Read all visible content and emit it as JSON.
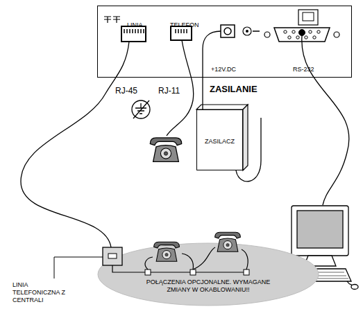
{
  "diagram": {
    "nodes": [
      {
        "text": [
          "LINIA",
          "TELEFON",
          "+12V.DC",
          "RS-232"
        ]
      },
      {
        "text": [
          "ZASILACZ"
        ]
      },
      {
        "text": [
          "POŁĄCZENIA OPCJONALNE. WYMAGANE ZMIANY W OKABLOWANIU!!"
        ]
      }
    ],
    "edges": [
      {
        "from": 0,
        "to": 1,
        "arrow": "none"
      }
    ],
    "labels": [
      "RJ-45",
      "RJ-11",
      "ZASILANIE",
      "LINIA TELEFONICZNA Z CENTRALI"
    ]
  }
}
